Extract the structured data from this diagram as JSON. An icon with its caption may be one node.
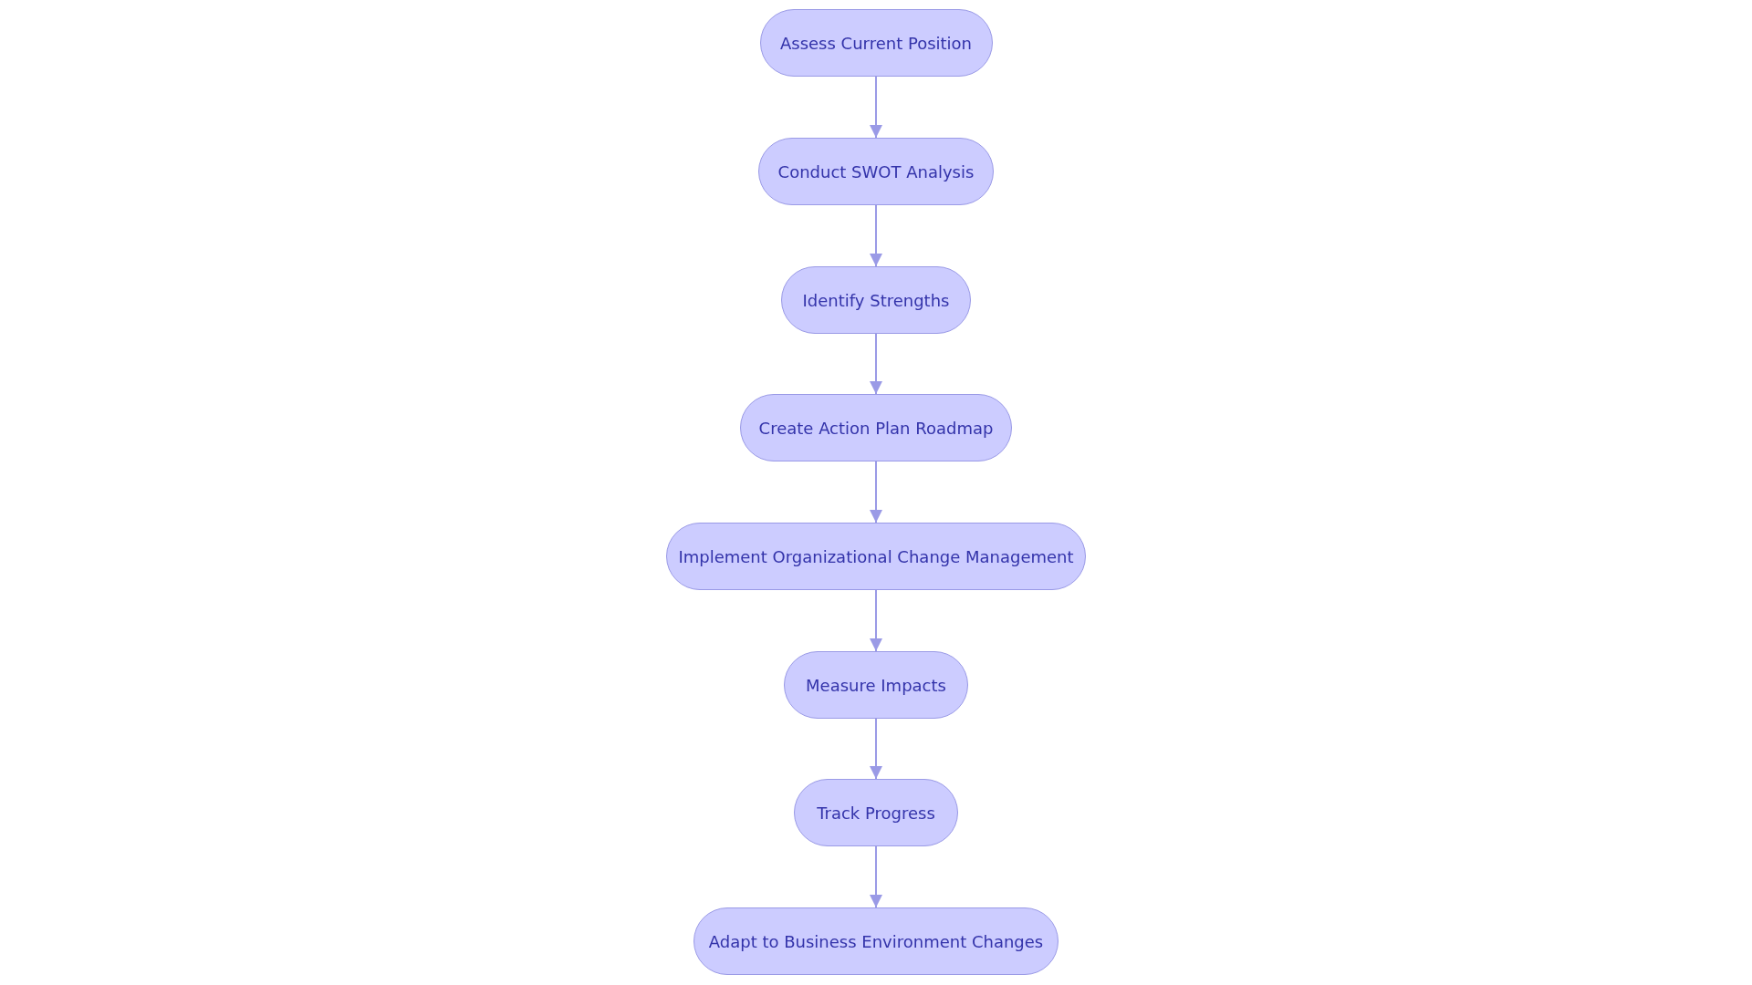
{
  "diagram": {
    "nodes": [
      {
        "text": [
          "Assess Current Position"
        ]
      },
      {
        "text": [
          "Conduct SWOT Analysis"
        ]
      },
      {
        "text": [
          "Identify Strengths"
        ]
      },
      {
        "text": [
          "Create Action Plan Roadmap"
        ]
      },
      {
        "text": [
          "Implement Organizational Change Management"
        ]
      },
      {
        "text": [
          "Measure Impacts"
        ]
      },
      {
        "text": [
          "Track Progress"
        ]
      },
      {
        "text": [
          "Adapt to Business Environment Changes"
        ]
      }
    ],
    "edges": [
      {
        "from": 0,
        "to": 1,
        "arrow": "to"
      },
      {
        "from": 1,
        "to": 2,
        "arrow": "to"
      },
      {
        "from": 2,
        "to": 3,
        "arrow": "to"
      },
      {
        "from": 3,
        "to": 4,
        "arrow": "to"
      },
      {
        "from": 4,
        "to": 5,
        "arrow": "to"
      },
      {
        "from": 5,
        "to": 6,
        "arrow": "to"
      },
      {
        "from": 6,
        "to": 7,
        "arrow": "to"
      }
    ]
  }
}
